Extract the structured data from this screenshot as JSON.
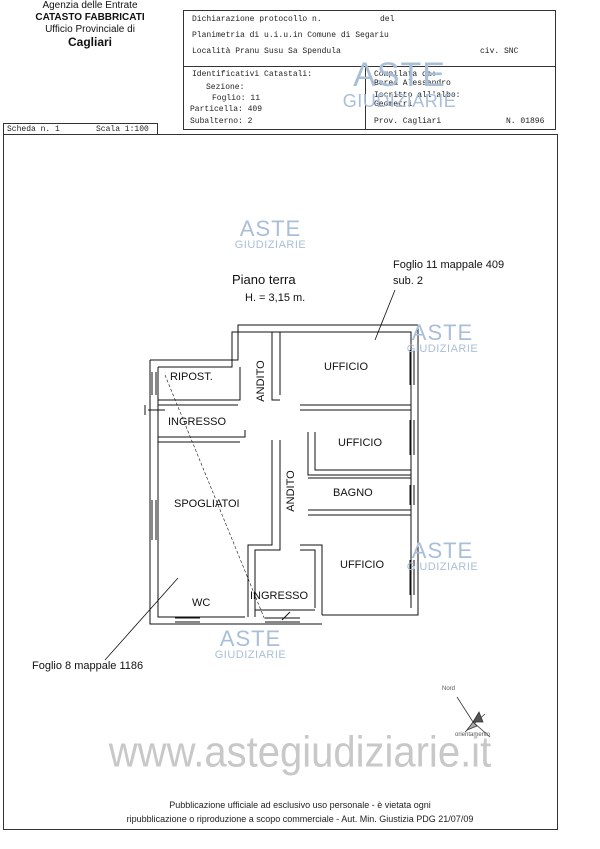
{
  "agency": {
    "line1": "Agenzia delle Entrate",
    "line2": "CATASTO FABBRICATI",
    "line3": "Ufficio Provinciale di",
    "line4": "Cagliari"
  },
  "header": {
    "protocol_label": "Dichiarazione protocollo n.",
    "protocol_del": "del",
    "planimetry": "Planimetria di u.i.u.in Comune di Segariu",
    "locality": "Località Pranu Susu Sa Spendula",
    "civ": "civ. SNC",
    "identificativi": "Identificativi Catastali:",
    "sezione": "Sezione:",
    "foglio": "Foglio: 11",
    "particella": "Particella: 409",
    "subalterno": "Subalterno: 2",
    "compilata": "Compilata da:",
    "compiler": "Borea Alessandro",
    "iscritto": "Iscritto all'albo:",
    "albo": "Geometri",
    "prov": "Prov. Cagliari",
    "numero": "N. 01896"
  },
  "scheda": {
    "scheda_label": "Scheda n. 1",
    "scala_label": "Scala 1:100"
  },
  "plan": {
    "floor_title": "Piano terra",
    "height": "H. = 3,15 m.",
    "ref_top_line1": "Foglio 11 mappale 409",
    "ref_top_line2": "sub. 2",
    "ref_bottom": "Foglio 8 mappale 1186",
    "rooms": {
      "ripost": "RIPOST.",
      "ingresso_top": "INGRESSO",
      "spogliatoi": "SPOGLIATOI",
      "wc": "WC",
      "ingresso_bottom": "INGRESSO",
      "andito_top": "ANDITO",
      "andito_mid": "ANDITO",
      "ufficio_1": "UFFICIO",
      "ufficio_2": "UFFICIO",
      "bagno": "BAGNO",
      "ufficio_3": "UFFICIO"
    },
    "compass_label": "Nord",
    "compass_sublabel": "orientamento"
  },
  "watermark": {
    "brand_top": "ASTE",
    "brand_bottom": "GIUDIZIARIE",
    "site": "www.astegiudiziarie.it"
  },
  "footer": {
    "line1": "Pubblicazione ufficiale ad esclusivo uso personale - è vietata ogni",
    "line2": "ripubblicazione o riproduzione a scopo commerciale - Aut. Min. Giustizia PDG 21/07/09"
  }
}
